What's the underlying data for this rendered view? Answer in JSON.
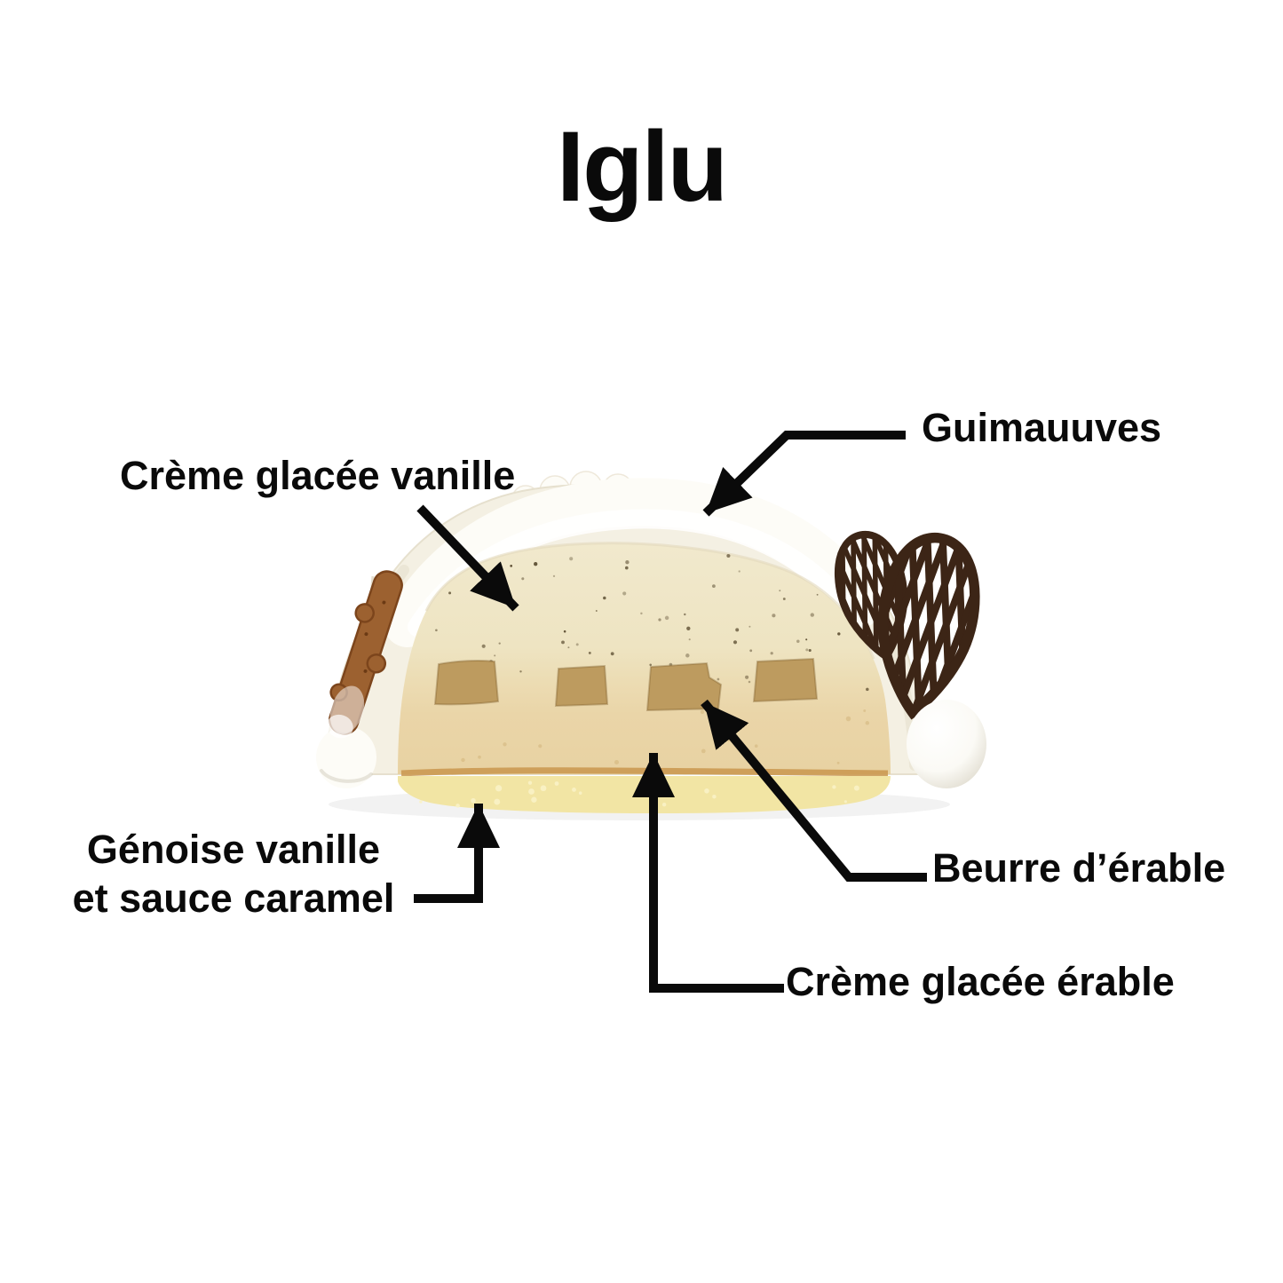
{
  "title": "Iglu",
  "labels": {
    "creme_glacee_vanille": "Crème glacée vanille",
    "guimauves": "Guimauuves",
    "genoise_line1": "Génoise vanille",
    "genoise_line2": "et sauce caramel",
    "beurre_erable": "Beurre d’érable",
    "creme_glacee_erable": "Crème glacée érable"
  },
  "annotations": [
    {
      "id": "guimauves",
      "label": "Guimauuves",
      "target": "meringue-dome-top"
    },
    {
      "id": "creme-glacee-vanille",
      "label": "Crème glacée vanille",
      "target": "vanilla-ice-cream-layer"
    },
    {
      "id": "genoise",
      "label": "Génoise vanille et sauce caramel",
      "target": "genoise-layer"
    },
    {
      "id": "beurre-erable",
      "label": "Beurre d’érable",
      "target": "maple-butter-chunks"
    },
    {
      "id": "creme-glacee-erable",
      "label": "Crème glacée érable",
      "target": "maple-ice-cream-layer"
    }
  ],
  "colors": {
    "background": "#ffffff",
    "label_text": "#0a0a0a",
    "arrow": "#0a0a0a",
    "meringue_shell": "#f4f0e3",
    "shell_shade": "#e9e3d2",
    "whipped_cream": "#fdfcf7",
    "vanilla_ice_cream": "#f0e7c9",
    "maple_ice_cream": "#e9d4a6",
    "maple_butter": "#bd9b5f",
    "genoise": "#f2e5a4",
    "caramel": "#c9974e",
    "gingerbread": "#9c6130",
    "gingerbread_edge": "#7c451c",
    "chocolate": "#3c2516",
    "marshmallow": "#fbfaf6",
    "speck": "#4a3b20"
  }
}
